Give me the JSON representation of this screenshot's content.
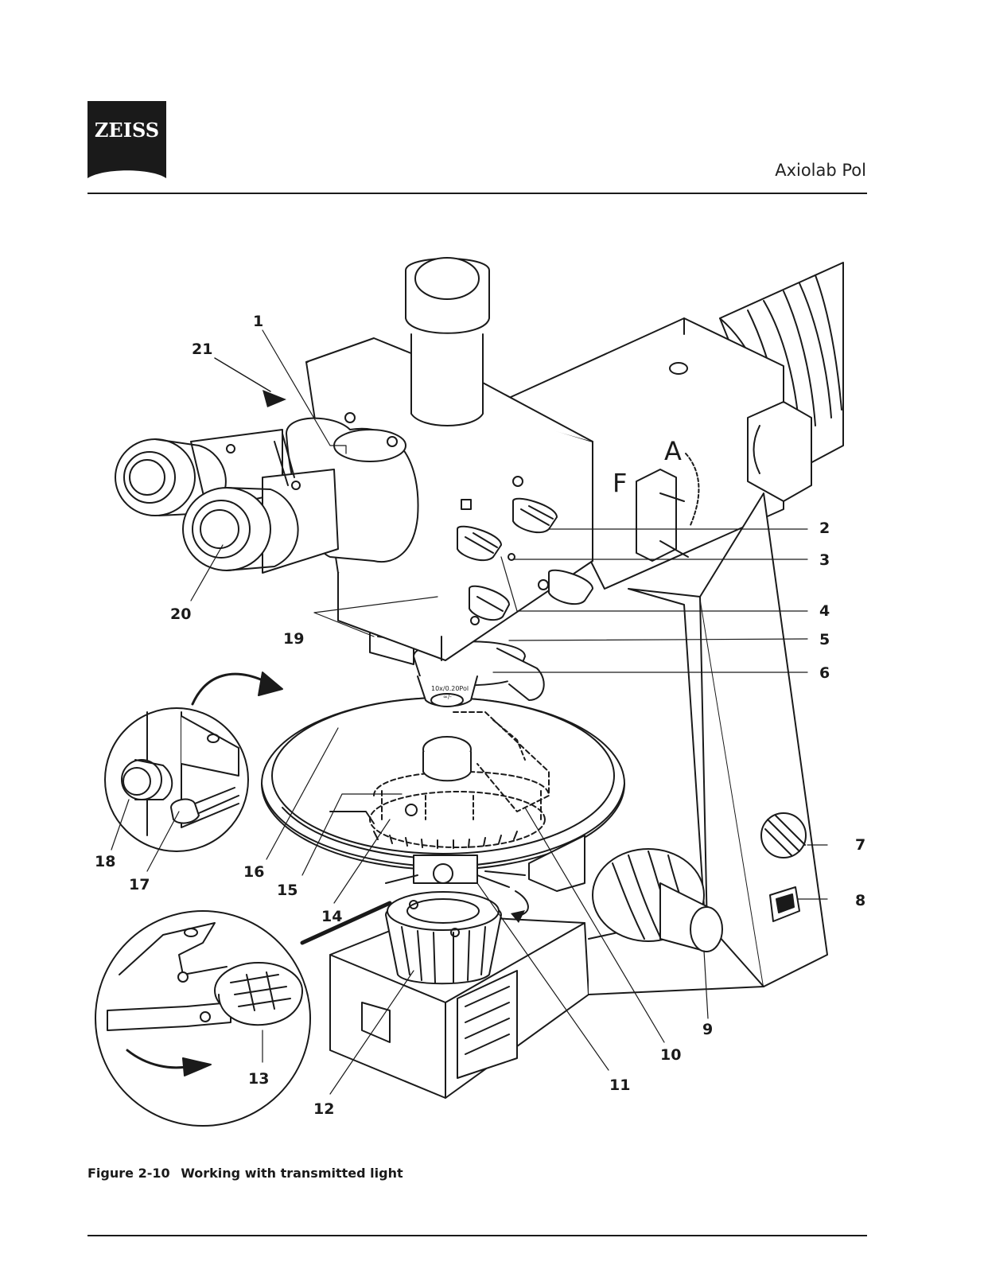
{
  "header": {
    "brand": "ZEISS",
    "title": "Axiolab Pol"
  },
  "figure": {
    "objective_label": "10x/0.20Pol",
    "objective_sublabel": "∞/-",
    "housing_letters": [
      "F",
      "A"
    ],
    "callouts": [
      "1",
      "2",
      "3",
      "4",
      "5",
      "6",
      "7",
      "8",
      "9",
      "10",
      "11",
      "12",
      "13",
      "14",
      "15",
      "16",
      "17",
      "18",
      "19",
      "20",
      "21"
    ]
  },
  "caption": {
    "number": "Figure 2-10",
    "text": "Working with transmitted light"
  }
}
